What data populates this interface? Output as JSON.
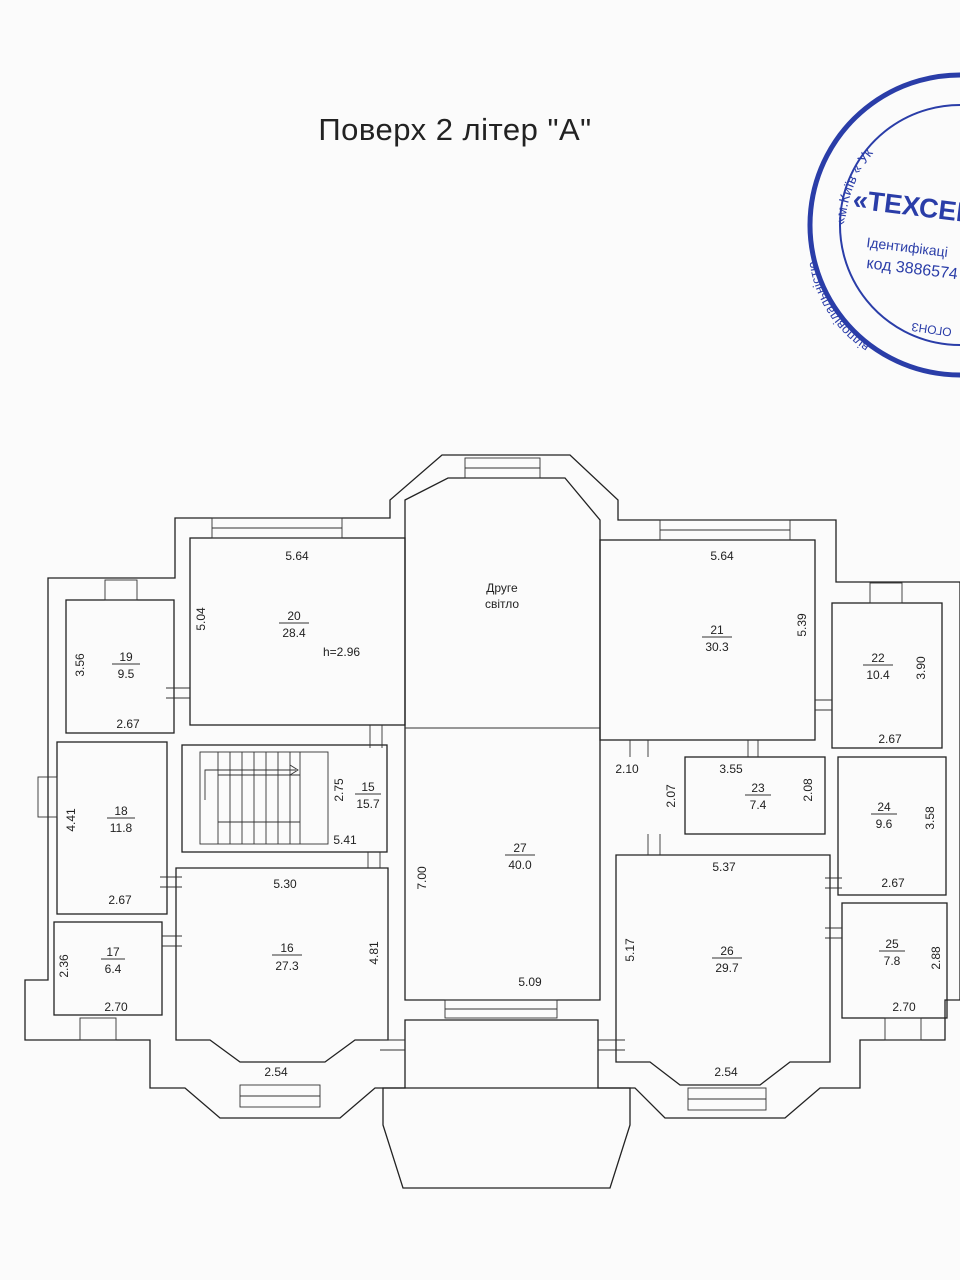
{
  "title": "Поверх 2 літер \"А\"",
  "stamp": {
    "arc_text": "«м.Київ « Ук",
    "side_text": "відповідальністю",
    "name": "«ТЕХСЕРВ",
    "line1": "Ідентифікаці",
    "line2": "код 3886574",
    "bottom": "ОГОНЗ"
  },
  "second_light": [
    "Друге",
    "світло"
  ],
  "rooms": [
    {
      "no": "15",
      "area": "15.7"
    },
    {
      "no": "16",
      "area": "27.3"
    },
    {
      "no": "17",
      "area": "6.4"
    },
    {
      "no": "18",
      "area": "11.8"
    },
    {
      "no": "19",
      "area": "9.5"
    },
    {
      "no": "20",
      "area": "28.4"
    },
    {
      "no": "21",
      "area": "30.3"
    },
    {
      "no": "22",
      "area": "10.4"
    },
    {
      "no": "23",
      "area": "7.4"
    },
    {
      "no": "24",
      "area": "9.6"
    },
    {
      "no": "25",
      "area": "7.8"
    },
    {
      "no": "26",
      "area": "29.7"
    },
    {
      "no": "27",
      "area": "40.0"
    }
  ],
  "height_note": "h=2.96",
  "dims": [
    "5.64",
    "5.04",
    "3.56",
    "2.67",
    "4.41",
    "2.67",
    "2.36",
    "2.70",
    "2.75",
    "5.41",
    "5.30",
    "4.81",
    "2.54",
    "7.00",
    "5.09",
    "5.64",
    "5.39",
    "3.90",
    "2.67",
    "2.10",
    "3.55",
    "2.07",
    "2.08",
    "3.58",
    "2.67",
    "5.37",
    "5.17",
    "2.88",
    "2.70",
    "2.54"
  ]
}
